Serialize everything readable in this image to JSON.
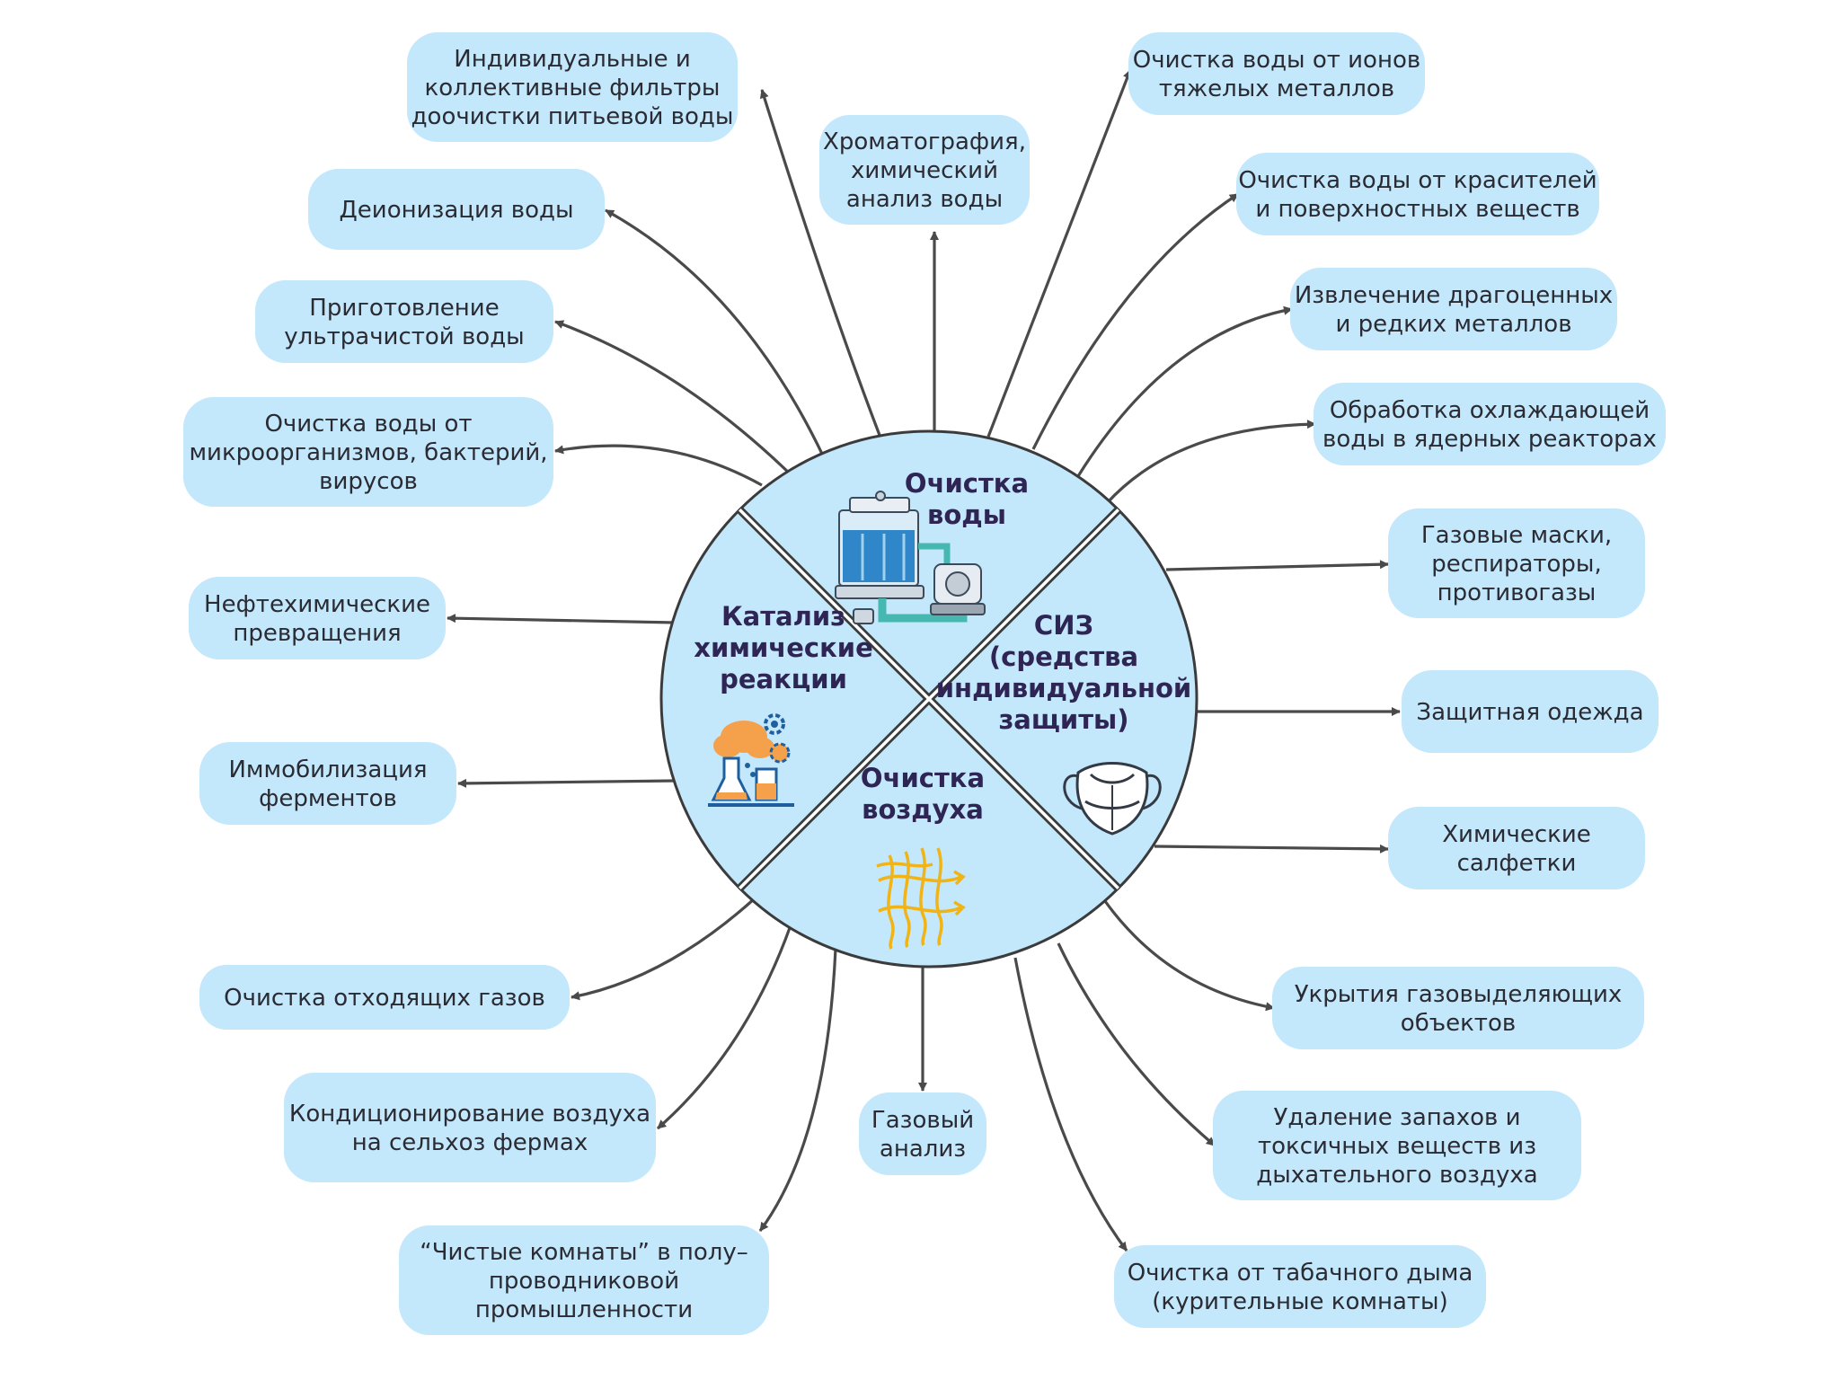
{
  "center": {
    "quadrants": [
      {
        "id": "water",
        "lines": [
          "Очистка",
          "воды"
        ],
        "icon": "water-purifier-icon"
      },
      {
        "id": "ppe",
        "lines": [
          "СИЗ",
          "(средства",
          "индивидуальной",
          "защиты)"
        ],
        "icon": "face-mask-icon"
      },
      {
        "id": "air",
        "lines": [
          "Очистка",
          "воздуха"
        ],
        "icon": "air-filter-icon"
      },
      {
        "id": "catalysis",
        "lines": [
          "Катализ",
          "химические",
          "реакции"
        ],
        "icon": "chemistry-lab-icon"
      }
    ]
  },
  "nodes": [
    {
      "id": "n1",
      "lines": [
        "Индивидуальные и",
        "коллективные фильтры",
        "доочистки питьевой воды"
      ]
    },
    {
      "id": "n2",
      "lines": [
        "Хроматография,",
        "химический",
        "анализ воды"
      ]
    },
    {
      "id": "n3",
      "lines": [
        "Очистка воды от ионов",
        "тяжелых металлов"
      ]
    },
    {
      "id": "n4",
      "lines": [
        "Деионизация воды"
      ]
    },
    {
      "id": "n5",
      "lines": [
        "Очистка воды от красителей",
        "и поверхностных веществ"
      ]
    },
    {
      "id": "n6",
      "lines": [
        "Приготовление",
        "ультрачистой воды"
      ]
    },
    {
      "id": "n7",
      "lines": [
        "Извлечение драгоценных",
        "и редких металлов"
      ]
    },
    {
      "id": "n8",
      "lines": [
        "Очистка воды от",
        "микроорганизмов, бактерий,",
        "вирусов"
      ]
    },
    {
      "id": "n9",
      "lines": [
        "Обработка охлаждающей",
        "воды в ядерных реакторах"
      ]
    },
    {
      "id": "n10",
      "lines": [
        "Газовые маски,",
        "респираторы,",
        "противогазы"
      ]
    },
    {
      "id": "n11",
      "lines": [
        "Нефтехимические",
        "превращения"
      ]
    },
    {
      "id": "n12",
      "lines": [
        "Защитная одежда"
      ]
    },
    {
      "id": "n13",
      "lines": [
        "Иммобилизация",
        "ферментов"
      ]
    },
    {
      "id": "n14",
      "lines": [
        "Химические",
        "салфетки"
      ]
    },
    {
      "id": "n15",
      "lines": [
        "Очистка отходящих газов"
      ]
    },
    {
      "id": "n16",
      "lines": [
        "Укрытия газовыделяющих",
        "объектов"
      ]
    },
    {
      "id": "n17",
      "lines": [
        "Кондиционирование воздуха",
        "на сельхоз фермах"
      ]
    },
    {
      "id": "n18",
      "lines": [
        "Газовый",
        "анализ"
      ]
    },
    {
      "id": "n19",
      "lines": [
        "Удаление запахов и",
        "токсичных веществ из",
        "дыхательного воздуха"
      ]
    },
    {
      "id": "n20",
      "lines": [
        "“Чистые комнаты” в полу–",
        "проводниковой",
        "промышленности"
      ]
    },
    {
      "id": "n21",
      "lines": [
        "Очистка от табачного дыма",
        "(курительные комнаты)"
      ]
    }
  ],
  "colors": {
    "box_fill": "#c3e7fb",
    "connector": "#4a4a4a",
    "quadrant_label": "#2e2555",
    "icon_blue": "#2f86c8",
    "icon_orange": "#f5a04a",
    "icon_gold": "#f0b417"
  }
}
